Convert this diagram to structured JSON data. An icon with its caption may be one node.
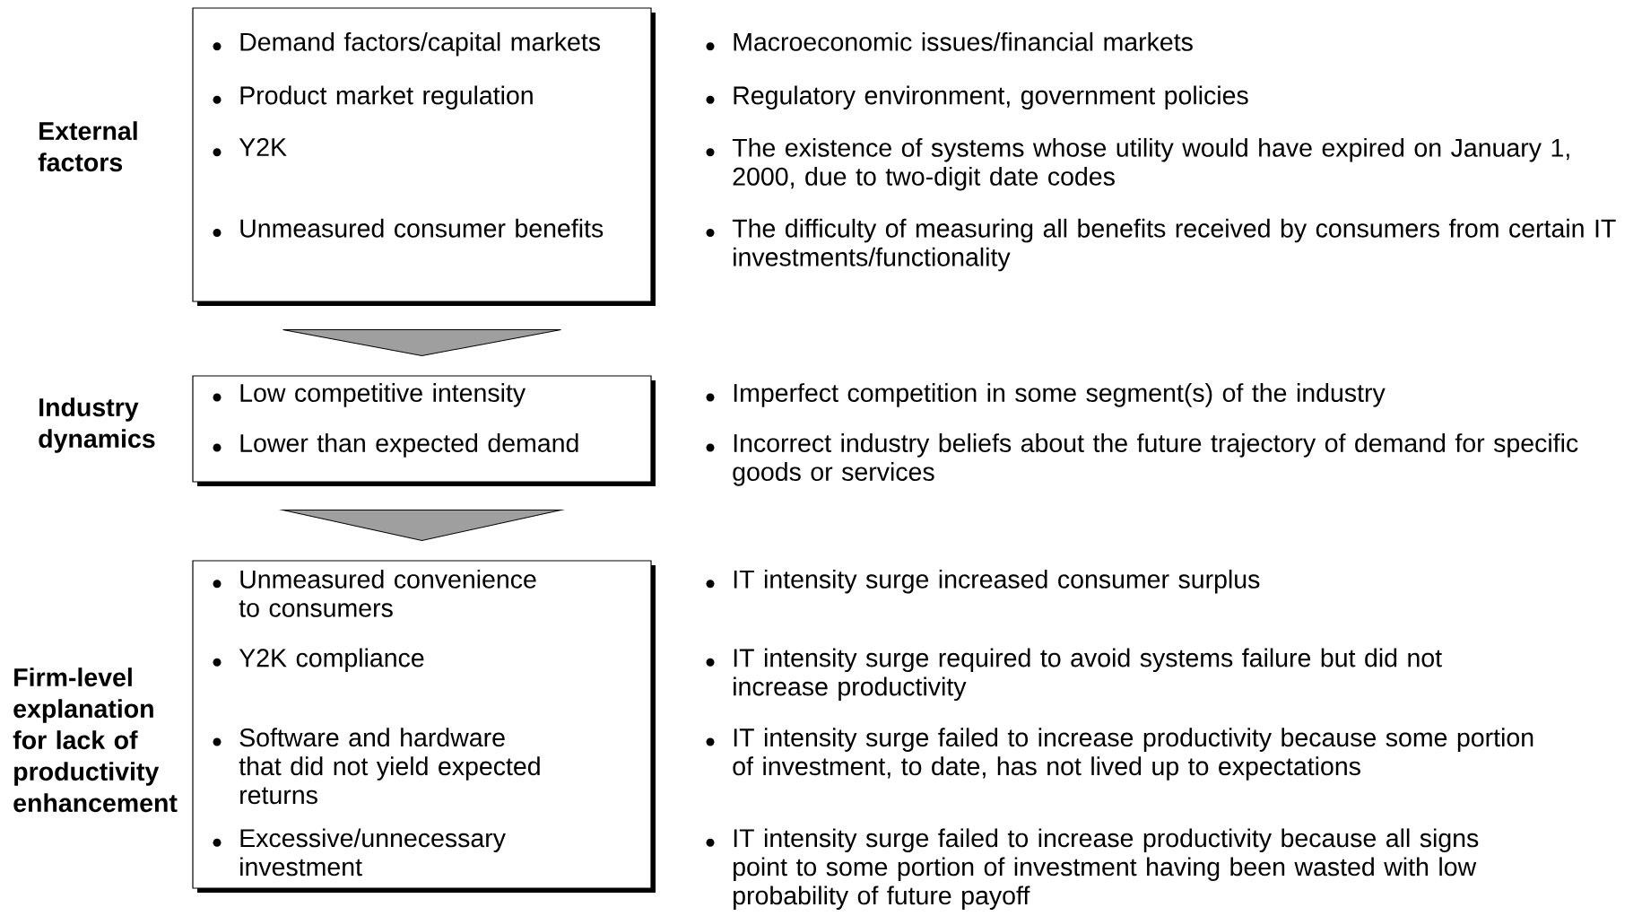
{
  "diagram": {
    "nodes": [
      {
        "text": [
          "External factors",
          "Demand factors/capital markets",
          "Product market regulation",
          "Y2K",
          "Unmeasured consumer benefits"
        ]
      },
      {
        "text": [
          "Industry dynamics",
          "Low competitive intensity",
          "Lower than expected demand"
        ]
      },
      {
        "text": [
          "Firm-level explanation for lack of productivity enhancement",
          "Unmeasured convenience to consumers",
          "Y2K compliance",
          "Software and hardware that did not yield expected returns",
          "Excessive/unnecessary investment"
        ]
      }
    ],
    "edges": [
      {
        "from": 0,
        "to": 1,
        "arrow": "to"
      },
      {
        "from": 1,
        "to": 2,
        "arrow": "to"
      }
    ],
    "labels": [
      "Macroeconomic issues/financial markets",
      "Regulatory environment, government policies",
      "The existence of systems whose utility would have expired on January 1, 2000, due to two-digit date codes",
      "The difficulty of measuring all benefits received by consumers from certain IT investments/functionality",
      "Imperfect competition in some segment(s) of the industry",
      "Incorrect industry beliefs about the future trajectory of demand for specific goods or services",
      "IT intensity surge increased consumer surplus",
      "IT intensity surge required to avoid systems failure but did not increase productivity",
      "IT intensity surge failed to increase productivity because some portion of investment, to date, has not lived up to expectations",
      "IT intensity surge failed to increase productivity because all signs point to some portion of investment having been wasted with low probability of future payoff"
    ]
  }
}
